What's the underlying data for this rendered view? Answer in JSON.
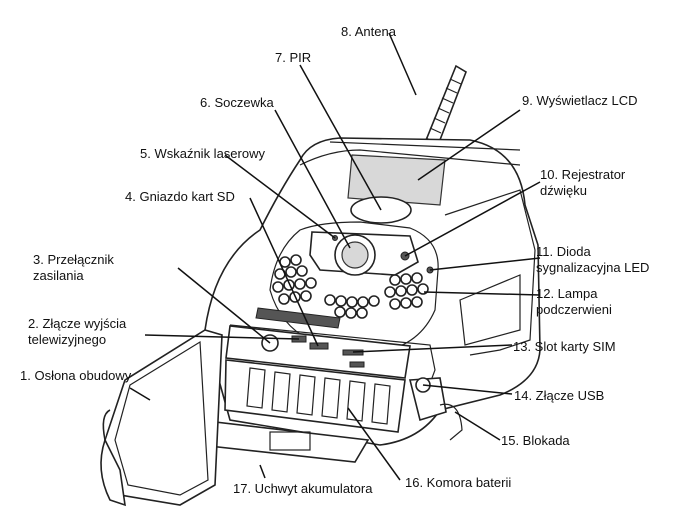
{
  "labels": {
    "l1": "1. Osłona obudowy",
    "l2a": "2. Złącze wyjścia",
    "l2b": "telewizyjnego",
    "l3a": "3. Przełącznik",
    "l3b": "zasilania",
    "l4": "4. Gniazdo kart SD",
    "l5": "5. Wskaźnik laserowy",
    "l6": "6. Soczewka",
    "l7": "7. PIR",
    "l8": "8. Antena",
    "l9": "9. Wyświetlacz LCD",
    "l10a": "10. Rejestrator",
    "l10b": "dźwięku",
    "l11a": "11. Dioda",
    "l11b": "sygnalizacyjna LED",
    "l12a": "12. Lampa",
    "l12b": "podczerwieni",
    "l13": "13. Slot karty SIM",
    "l14": "14. Złącze USB",
    "l15": "15. Blokada",
    "l16": "16. Komora baterii",
    "l17": "17. Uchwyt akumulatora"
  }
}
